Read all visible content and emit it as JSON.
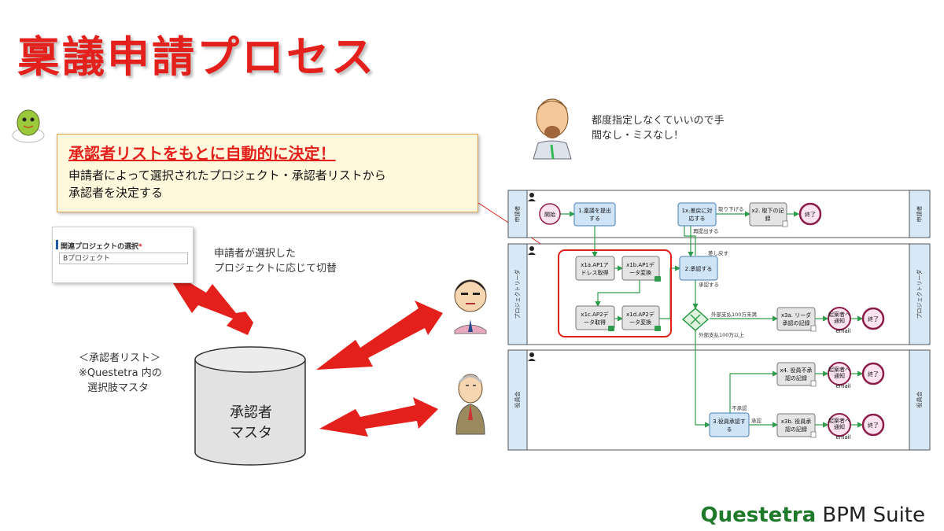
{
  "title": "稟議申請プロセス",
  "callout": {
    "heading": "承認者リストをもとに自動的に決定！",
    "body_lines": [
      "申請者によって選択されたプロジェクト・承認者リストから",
      "承認者を決定する"
    ]
  },
  "thought": {
    "lines": [
      "都度指定しなくていいので手",
      "間なし・ミスなし！"
    ]
  },
  "select_form": {
    "label": "関連プロジェクトの選択",
    "required_mark": "*",
    "value": "Bプロジェクト"
  },
  "select_note": {
    "lines": [
      "申請者が選択した",
      "プロジェクトに応じて切替"
    ]
  },
  "list_note": {
    "lines": [
      "＜承認者リスト＞",
      "※Questetra 内の",
      "選択肢マスタ"
    ]
  },
  "database": {
    "lines": [
      "承認者",
      "マスタ"
    ]
  },
  "brand": {
    "strong": "Questetra",
    "rest": " BPM Suite"
  },
  "colors": {
    "accent_red": "#e3201b",
    "brand_green": "#1e7a2a",
    "lane_blue": "#d7e8f7",
    "task_blue": "#cfe4f7",
    "task_gray": "#e4e4e4",
    "flow_green": "#2e9c4a"
  },
  "diagram": {
    "lanes": [
      {
        "label": "申請者"
      },
      {
        "label": "プロジェクトリーダ"
      },
      {
        "label": "役員会"
      }
    ],
    "nodes": {
      "start": "開始",
      "t1": [
        "1.稟議を提出",
        "する"
      ],
      "t1x": [
        "1x.差戻に対",
        "応する"
      ],
      "tx2": [
        "x2. 取下の記",
        "録"
      ],
      "end1": "終了",
      "x1a": [
        "x1a.AP1ア",
        "ドレス取得"
      ],
      "x1b": [
        "x1b.AP1デ",
        "ータ変換"
      ],
      "x1c": [
        "x1c.AP2デ",
        "ータ取得"
      ],
      "x1d": [
        "x1d.AP2デ",
        "ータ変換"
      ],
      "t2": "2.承認する",
      "x3a": [
        "x3a. リーダ",
        "承認の記録"
      ],
      "notify1": [
        "起案者へ",
        "通知"
      ],
      "email_label": "email",
      "end2": "終了",
      "x4": [
        "x4. 役員不承",
        "認の記録"
      ],
      "t3": [
        "3.役員承認す",
        "る"
      ],
      "x3b": [
        "x3b. 役員承",
        "認の記録"
      ],
      "end3": "終了",
      "end4": "終了"
    },
    "flow_labels": {
      "withdraw": "取り下げる",
      "resubmit": "再提出する",
      "sendback": "差し戻す",
      "approve": "承認する",
      "small_amount": "外部支払100万未満",
      "large_amount": "外部支払100万以上",
      "reject": "不承認",
      "approved": "承認"
    }
  }
}
